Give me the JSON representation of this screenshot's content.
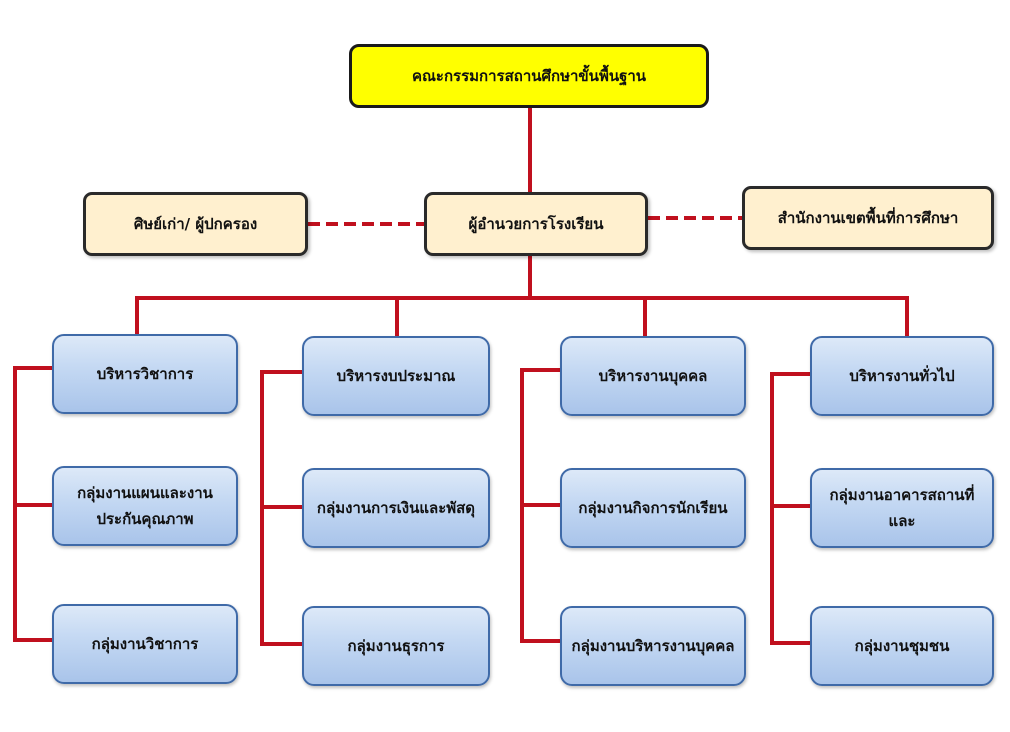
{
  "top": {
    "label": "คณะกรรมการสถานศึกษาขั้นพื้นฐาน"
  },
  "director": {
    "label": "ผู้อำนวยการโรงเรียน"
  },
  "left_side": {
    "label": "ศิษย์เก่า/ ผู้ปกครอง"
  },
  "right_side": {
    "label": "สำนักงานเขตพื้นที่การศึกษา"
  },
  "columns": [
    {
      "head": "บริหารวิชาการ",
      "items": [
        "กลุ่มงานแผนและงานประกันคุณภาพ",
        "กลุ่มงานวิชาการ"
      ]
    },
    {
      "head": "บริหารงบประมาณ",
      "items": [
        "กลุ่มงานการเงินและพัสดุ",
        "กลุ่มงานธุรการ"
      ]
    },
    {
      "head": "บริหารงานบุคคล",
      "items": [
        "กลุ่มงานกิจการนักเรียน",
        "กลุ่มงานบริหารงานบุคคล"
      ]
    },
    {
      "head": "บริหารงานทั่วไป",
      "items": [
        "กลุ่มงานอาคารสถานที่และ",
        "กลุ่มงานชุมชน"
      ]
    }
  ],
  "colors": {
    "line": "#c0101e",
    "top_fill": "#ffff00",
    "side_fill": "#fff0cf",
    "box_fill": "#c5d9f3",
    "box_border": "#3f6aa8"
  }
}
